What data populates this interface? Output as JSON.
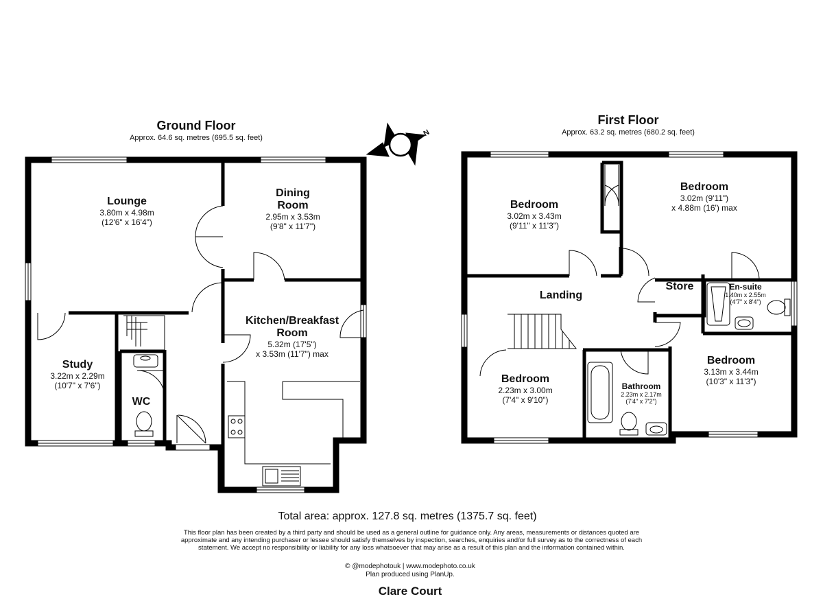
{
  "ground_floor": {
    "title": "Ground Floor",
    "area": "Approx. 64.6 sq. metres (695.5 sq. feet)",
    "rooms": {
      "lounge": {
        "name": "Lounge",
        "dim1": "3.80m x 4.98m",
        "dim2": "(12'6\" x 16'4\")"
      },
      "dining": {
        "name1": "Dining",
        "name2": "Room",
        "dim1": "2.95m x 3.53m",
        "dim2": "(9'8\" x 11'7\")"
      },
      "kitchen": {
        "name1": "Kitchen/Breakfast",
        "name2": "Room",
        "dim1": "5.32m (17'5\")",
        "dim2": "x 3.53m (11'7\") max"
      },
      "study": {
        "name": "Study",
        "dim1": "3.22m x 2.29m",
        "dim2": "(10'7\" x 7'6\")"
      },
      "wc": {
        "name": "WC"
      }
    }
  },
  "first_floor": {
    "title": "First Floor",
    "area": "Approx. 63.2 sq. metres (680.2 sq. feet)",
    "rooms": {
      "bedroom1": {
        "name": "Bedroom",
        "dim1": "3.02m x 3.43m",
        "dim2": "(9'11\" x 11'3\")"
      },
      "bedroom2": {
        "name": "Bedroom",
        "dim1": "3.02m (9'11\")",
        "dim2": "x 4.88m (16') max"
      },
      "landing": {
        "name": "Landing"
      },
      "store": {
        "name": "Store"
      },
      "ensuite": {
        "name": "En-suite",
        "dim1": "1.40m x 2.55m",
        "dim2": "(4'7\" x 8'4\")"
      },
      "bedroom3": {
        "name": "Bedroom",
        "dim1": "2.23m x 3.00m",
        "dim2": "(7'4\" x 9'10\")"
      },
      "bathroom": {
        "name": "Bathroom",
        "dim1": "2.23m x 2.17m",
        "dim2": "(7'4\" x 7'2\")"
      },
      "bedroom4": {
        "name": "Bedroom",
        "dim1": "3.13m x 3.44m",
        "dim2": "(10'3\" x 11'3\")"
      }
    }
  },
  "compass": {
    "label": "N",
    "icon": "compass-icon"
  },
  "footer": {
    "total": "Total area: approx. 127.8 sq. metres (1375.7 sq. feet)",
    "disclaimer1": "This floor plan has been created by a third party and should be used as a general outline for guidance only. Any areas, measurements or distances quoted are",
    "disclaimer2": "approximate and any intending purchaser or lessee should satisfy themselves by inspection, searches, enquiries and/or full survey as to the correctness of each",
    "disclaimer3": "statement. We accept no responsibility or liability for any loss whatsoever that may arise as a result of this plan and the information contained within.",
    "credit": "© @modephotouk | www.modephoto.co.uk",
    "produced": "Plan produced using PlanUp.",
    "property": "Clare Court"
  },
  "colors": {
    "wall": "#000000",
    "window": "#ffffff",
    "line": "#000000"
  }
}
